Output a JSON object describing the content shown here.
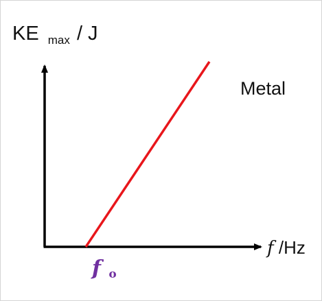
{
  "chart_data": {
    "type": "line",
    "ylabel": {
      "main": "KE",
      "subscript": "max",
      "unit": "/ J"
    },
    "xlabel": {
      "symbol": "f",
      "unit": "/Hz"
    },
    "threshold_label": {
      "symbol": "f",
      "subscript": "o"
    },
    "series": [
      {
        "name": "Metal",
        "color": "#e8161b",
        "points": [
          [
            1,
            0
          ],
          [
            4,
            4.5
          ]
        ]
      }
    ],
    "xlim": [
      0,
      5
    ],
    "ylim": [
      0,
      5
    ],
    "grid": false,
    "axis_color": "#000000",
    "threshold_color": "#7030a0"
  }
}
